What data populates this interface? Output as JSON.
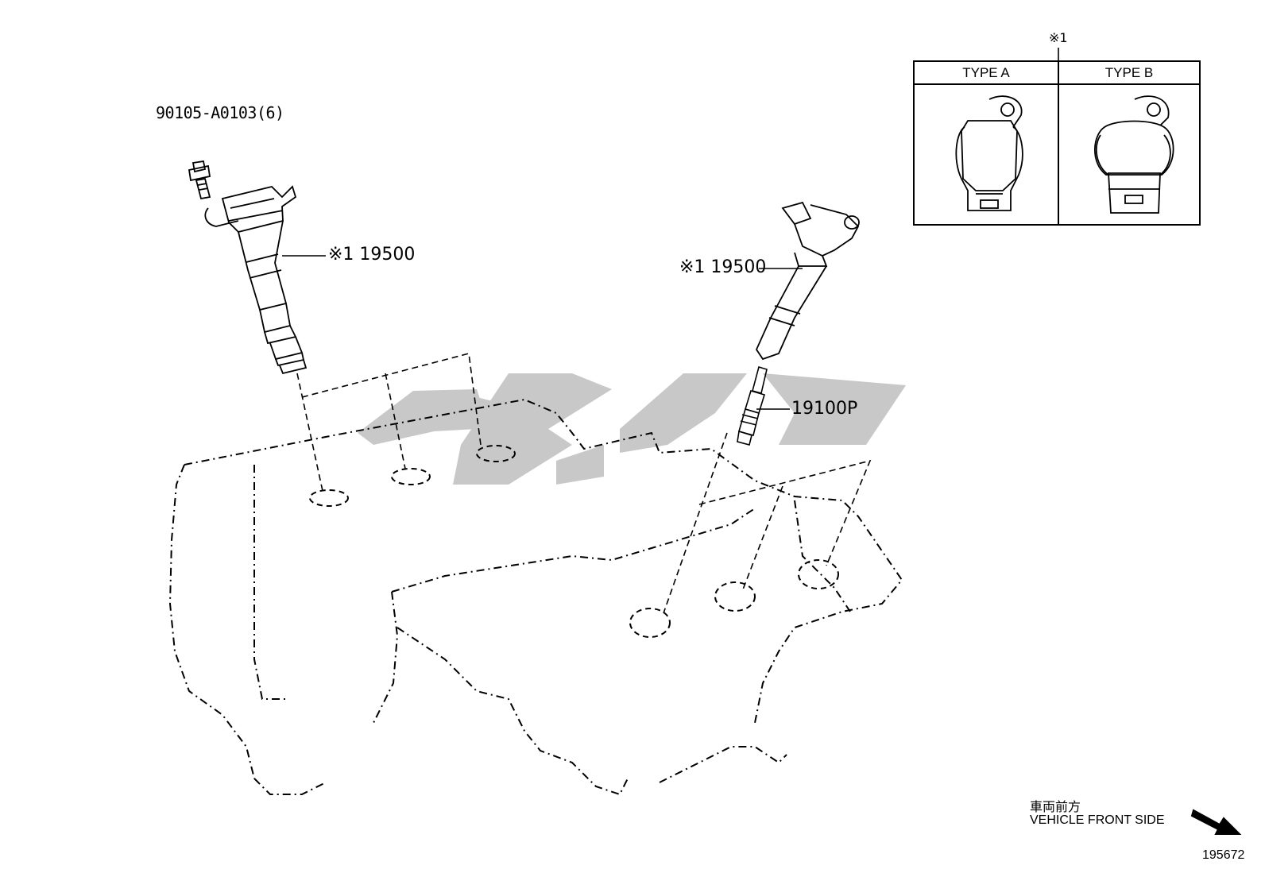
{
  "callouts": {
    "bolt": "90105-A0103(6)",
    "coil_left": "※1 19500",
    "coil_right": "※1 19500",
    "spark_plug": "19100P"
  },
  "type_table": {
    "marker": "※1",
    "type_a": "TYPE A",
    "type_b": "TYPE B"
  },
  "direction": {
    "japanese": "車両前方",
    "english": "VEHICLE FRONT SIDE"
  },
  "figure_number": "195672"
}
